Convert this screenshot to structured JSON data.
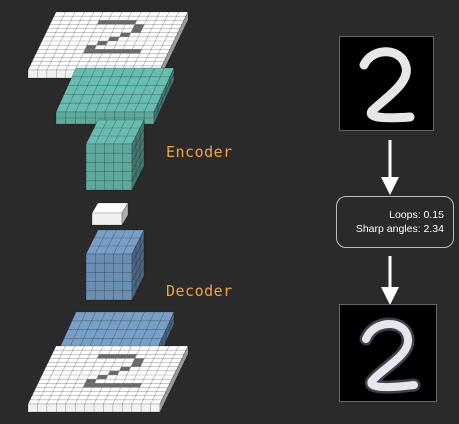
{
  "labels": {
    "encoder": "Encoder",
    "decoder": "Decoder"
  },
  "attributes": {
    "loops": "Loops: 0.15",
    "sharp_angles": "Sharp angles: 2.34"
  },
  "colors": {
    "background": "#2a2a2a",
    "label": "#f2a43c",
    "encoder_block": "#5ea89d",
    "decoder_block": "#6b8fb2",
    "input_plane": "#f2f2f2",
    "arrow": "#ffffff"
  },
  "icons": {
    "arrow": "down-arrow-icon"
  }
}
